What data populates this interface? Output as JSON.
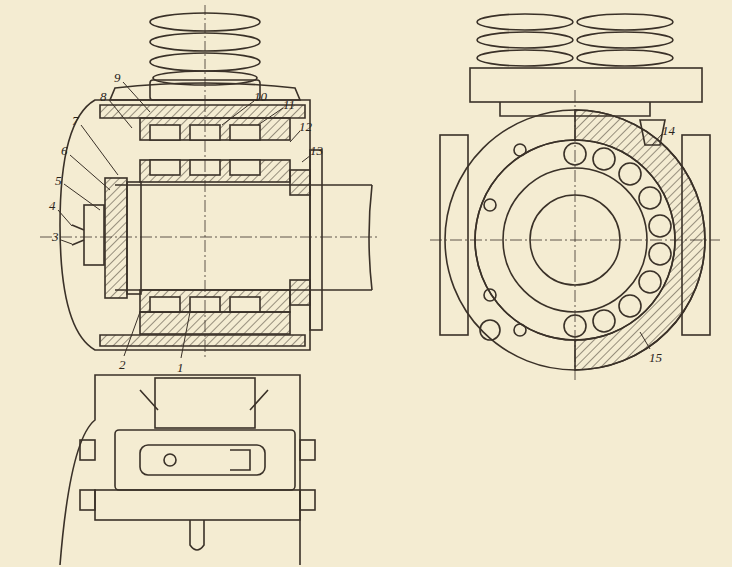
{
  "diagram": {
    "labels": [
      "8",
      "9",
      "10",
      "11",
      "12",
      "7",
      "6",
      "5",
      "4",
      "3",
      "2",
      "1",
      "13",
      "14",
      "15"
    ]
  }
}
